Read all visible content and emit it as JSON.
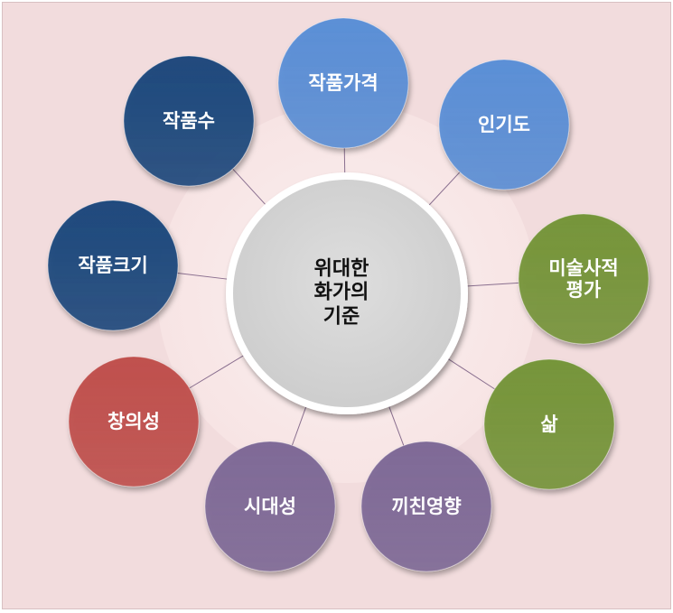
{
  "center": {
    "label": "위대한\n화가의\n 기준"
  },
  "nodes": [
    {
      "id": "price",
      "label": "작품가격",
      "color": "#5b8fd6"
    },
    {
      "id": "popularity",
      "label": "인기도",
      "color": "#5b8fd6"
    },
    {
      "id": "art-history",
      "label": "미술사적\n평가",
      "color": "#76953a"
    },
    {
      "id": "life",
      "label": "삶",
      "color": "#76953a"
    },
    {
      "id": "influence",
      "label": "끼친영향",
      "color": "#7f6a97"
    },
    {
      "id": "era",
      "label": "시대성",
      "color": "#7f6a97"
    },
    {
      "id": "creativity",
      "label": "창의성",
      "color": "#c0504d"
    },
    {
      "id": "size",
      "label": "작품크기",
      "color": "#1f497d"
    },
    {
      "id": "count",
      "label": "작품수",
      "color": "#1f497d"
    }
  ]
}
